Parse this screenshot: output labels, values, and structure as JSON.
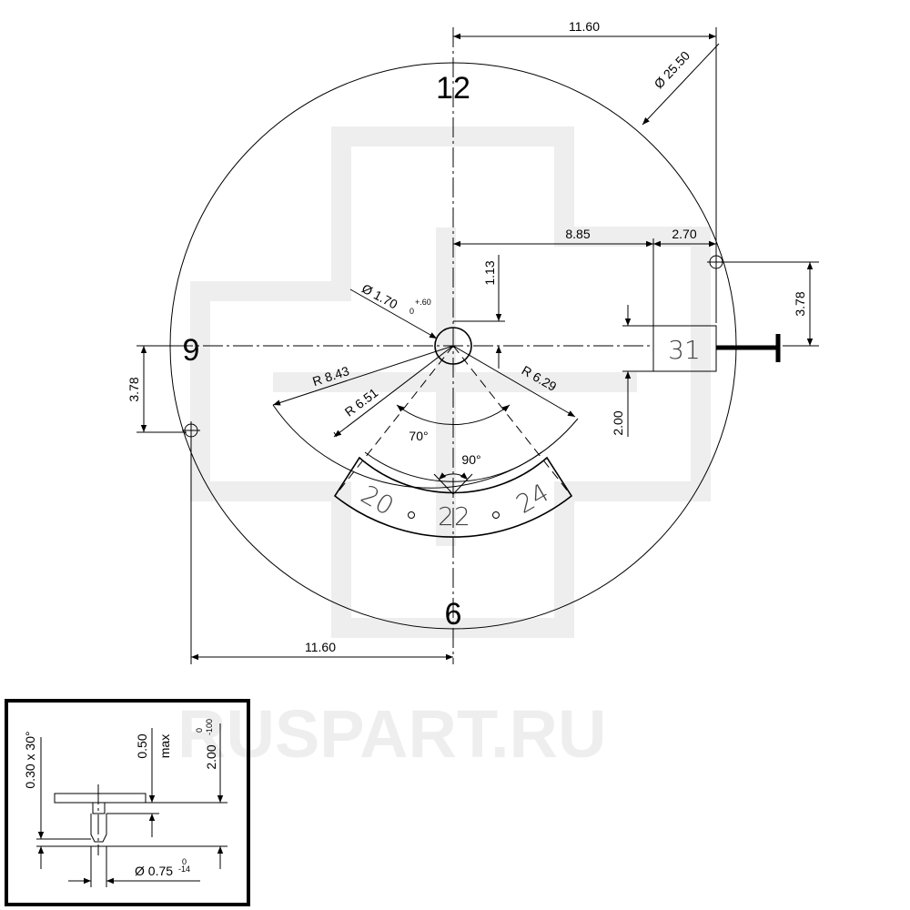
{
  "watermark": "RUSPART.RU",
  "dial": {
    "hour_12": "12",
    "hour_9": "9",
    "hour_6": "6",
    "date_window_numbers": [
      "20",
      "22",
      "24"
    ],
    "date_box": "31"
  },
  "dimensions": {
    "top_width": "11.60",
    "diameter": "Ø 25.50",
    "center_to_box": "8.85",
    "box_width": "2.70",
    "right_height": "3.78",
    "box_height": "2.00",
    "hole_offset": "1.13",
    "hole_diameter": "Ø 1.70",
    "hole_tol_upper": "+.60",
    "hole_tol_lower": "0",
    "outer_radius": "R 8.43",
    "inner_radius": "R 6.51",
    "right_radius": "R 6.29",
    "angle_wide": "70°",
    "angle_narrow": "90°",
    "left_height": "3.78",
    "bottom_width": "11.60"
  },
  "inset": {
    "chamfer": "0.30 x 30°",
    "max_height": "0.50",
    "max_label": "max",
    "total_height": "2.00",
    "total_tol_upper": "0",
    "total_tol_lower": "-100",
    "pin_diameter": "Ø 0.75",
    "pin_tol_upper": "0",
    "pin_tol_lower": "-14"
  }
}
